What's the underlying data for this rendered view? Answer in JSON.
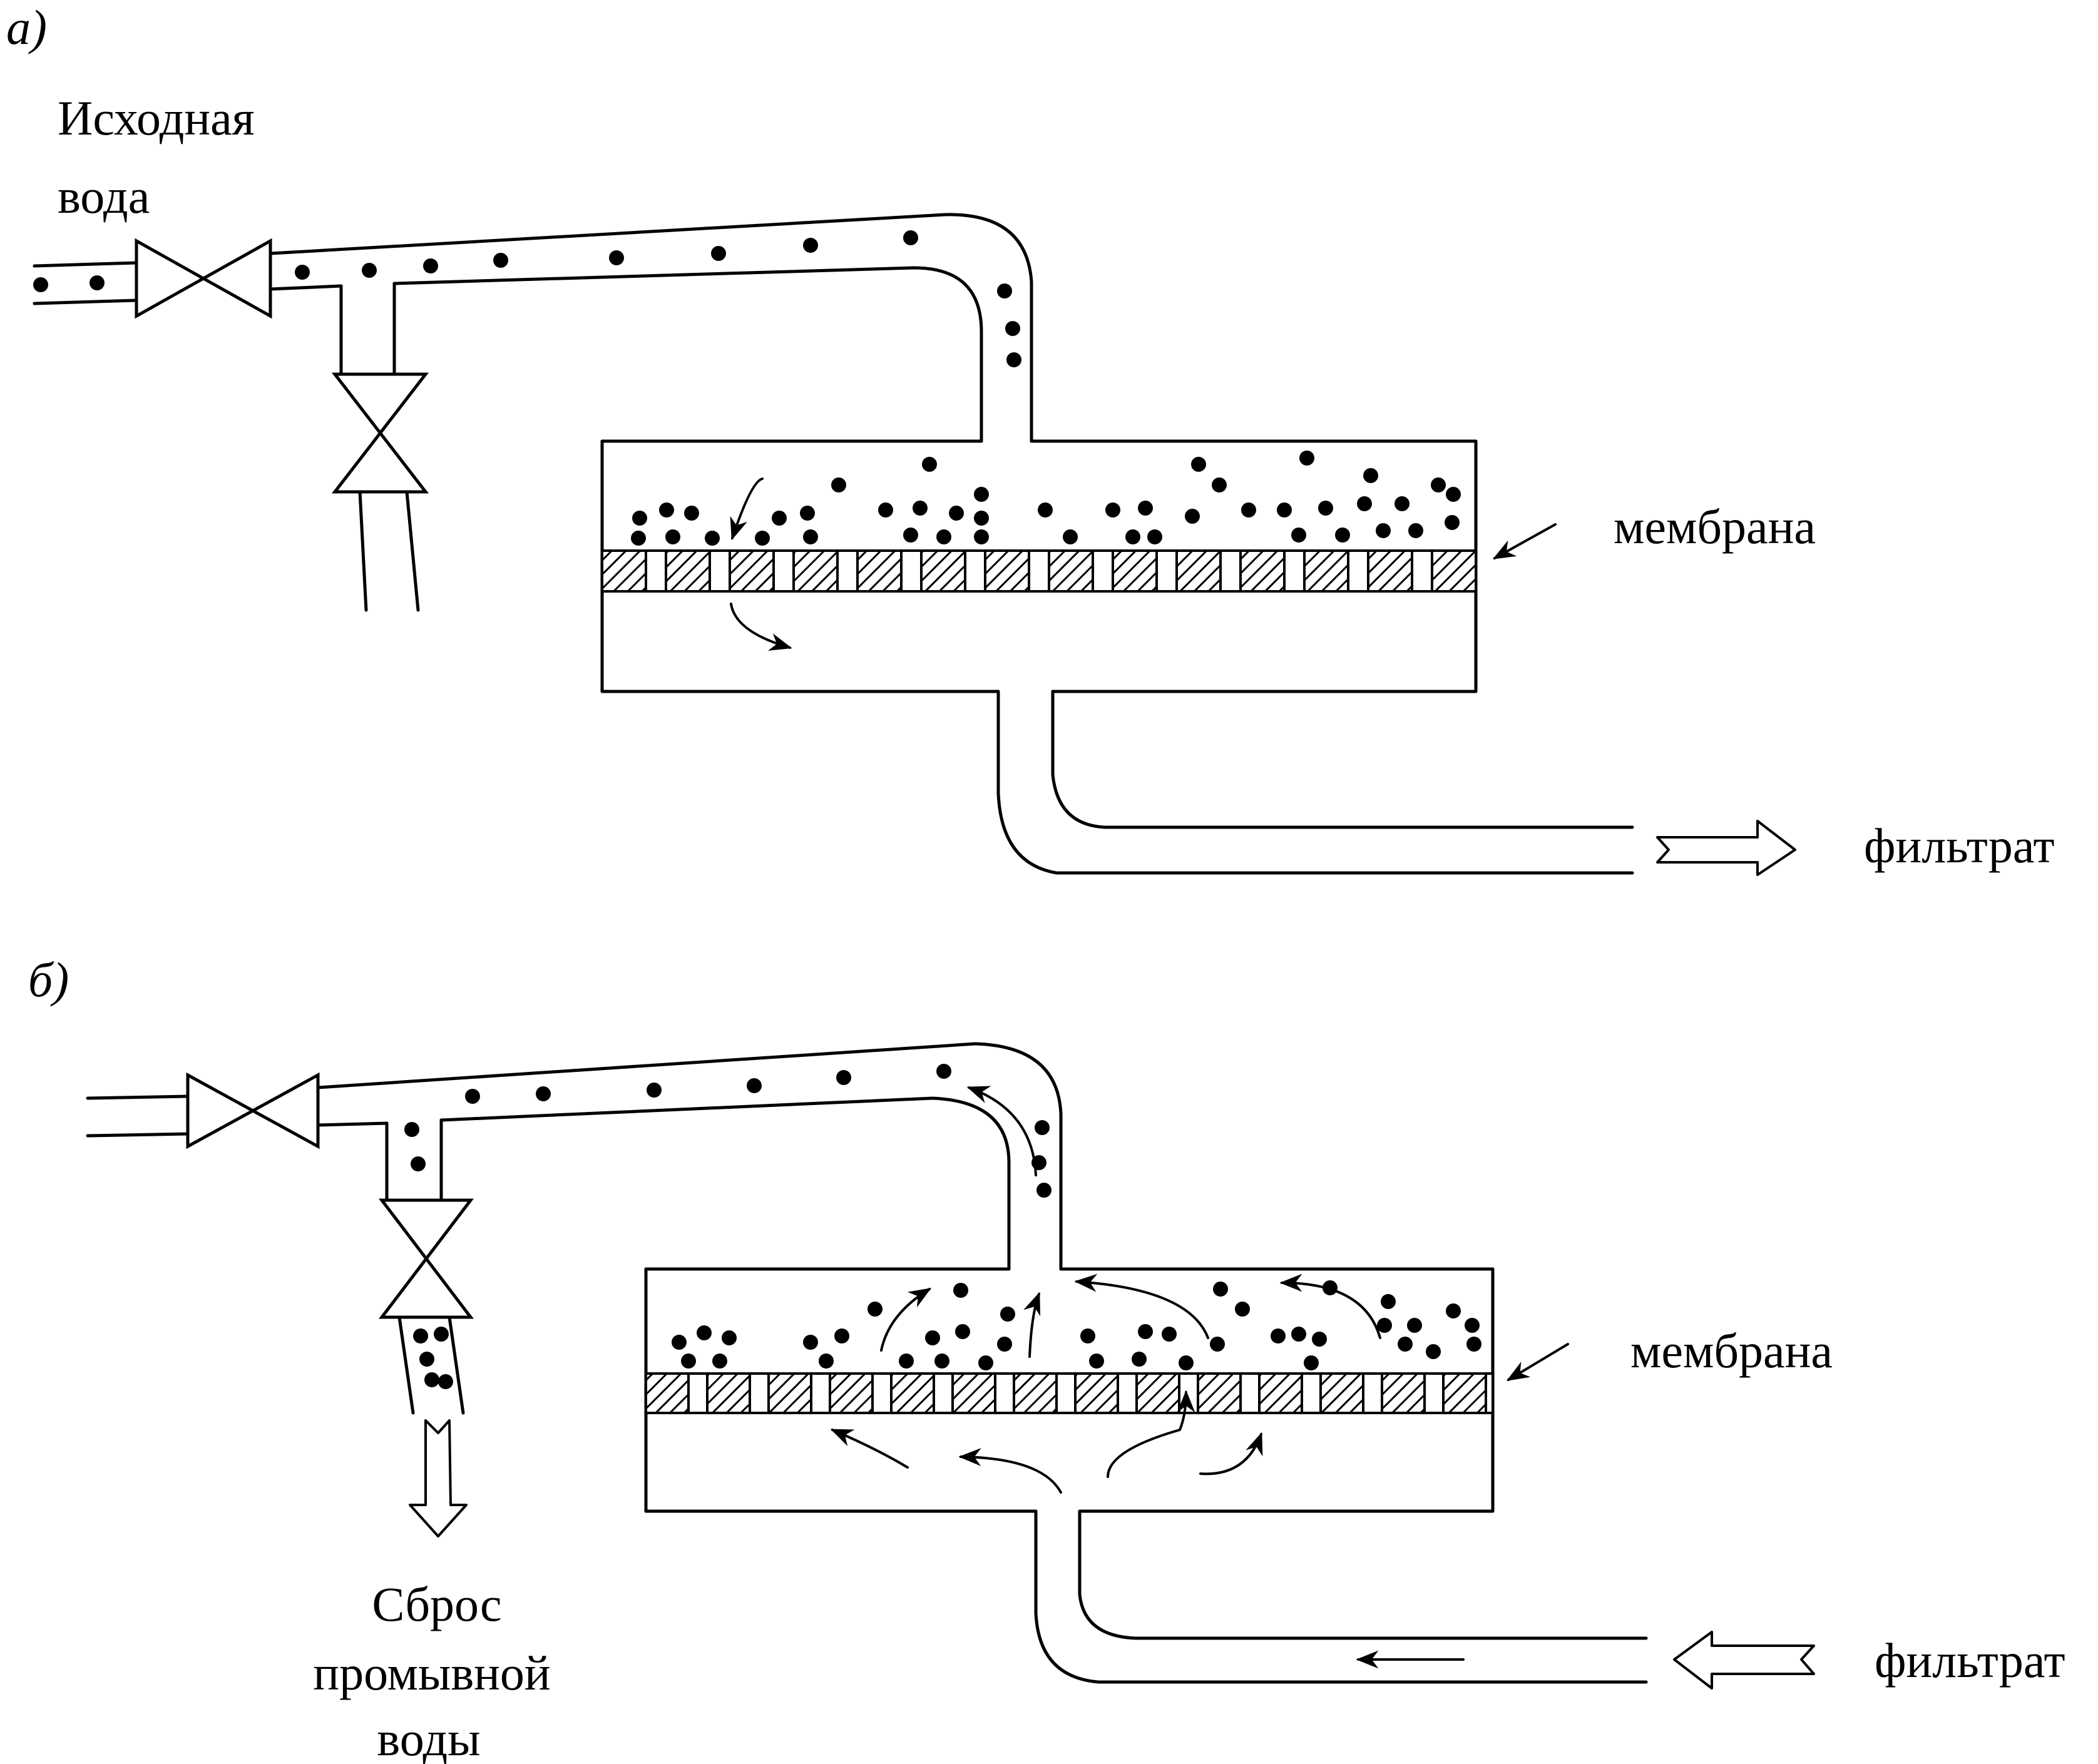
{
  "panel_a": {
    "label": "а)",
    "source_label_line1": "Исходная",
    "source_label_line2": "вода",
    "membrane_label": "мембрана",
    "filtrate_label": "фильтрат"
  },
  "panel_b": {
    "label": "б)",
    "membrane_label": "мембрана",
    "filtrate_label": "фильтрат",
    "discharge_label_line1": "Сброс",
    "discharge_label_line2": "промывной",
    "discharge_label_line3": "воды"
  },
  "colors": {
    "ink": "#000000",
    "paper": "#ffffff"
  }
}
